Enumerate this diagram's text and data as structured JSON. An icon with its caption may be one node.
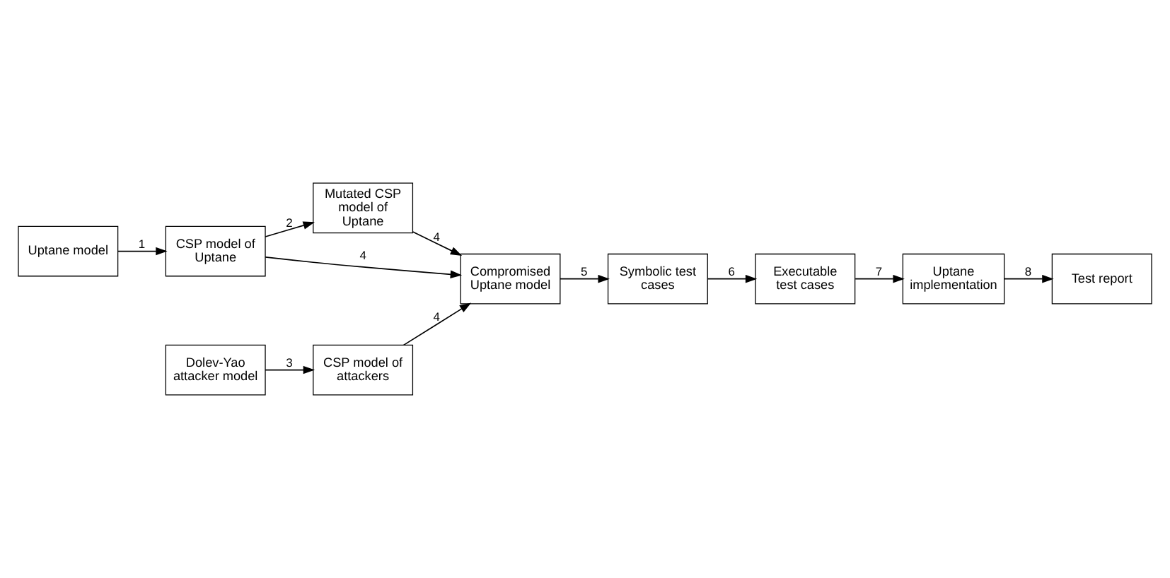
{
  "diagram": {
    "nodes": [
      {
        "text": [
          "Uptane model"
        ]
      },
      {
        "text": [
          "CSP model of Uptane"
        ]
      },
      {
        "text": [
          "Mutated CSP model of Uptane"
        ]
      },
      {
        "text": [
          "CSP model of attackers"
        ]
      },
      {
        "text": [
          "Dolev-Yao attacker model"
        ]
      },
      {
        "text": [
          "Compromised Uptane model"
        ]
      },
      {
        "text": [
          "Symbolic test cases"
        ]
      },
      {
        "text": [
          "Executable test cases"
        ]
      },
      {
        "text": [
          "Uptane implementation"
        ]
      },
      {
        "text": [
          "Test report"
        ]
      }
    ],
    "edges": [
      {
        "from": 0,
        "to": 1,
        "arrow": "to",
        "label": "1"
      },
      {
        "from": 1,
        "to": 2,
        "arrow": "to",
        "label": "2"
      },
      {
        "from": 4,
        "to": 3,
        "arrow": "to",
        "label": "3"
      },
      {
        "from": 2,
        "to": 5,
        "arrow": "to",
        "label": "4"
      },
      {
        "from": 3,
        "to": 5,
        "arrow": "to",
        "label": "4"
      },
      {
        "from": 1,
        "to": 5,
        "arrow": "to",
        "label": "4"
      },
      {
        "from": 5,
        "to": 6,
        "arrow": "to",
        "label": "5"
      },
      {
        "from": 6,
        "to": 7,
        "arrow": "to",
        "label": "6"
      },
      {
        "from": 7,
        "to": 8,
        "arrow": "to",
        "label": "7"
      },
      {
        "from": 8,
        "to": 9,
        "arrow": "to",
        "label": "8"
      }
    ]
  }
}
